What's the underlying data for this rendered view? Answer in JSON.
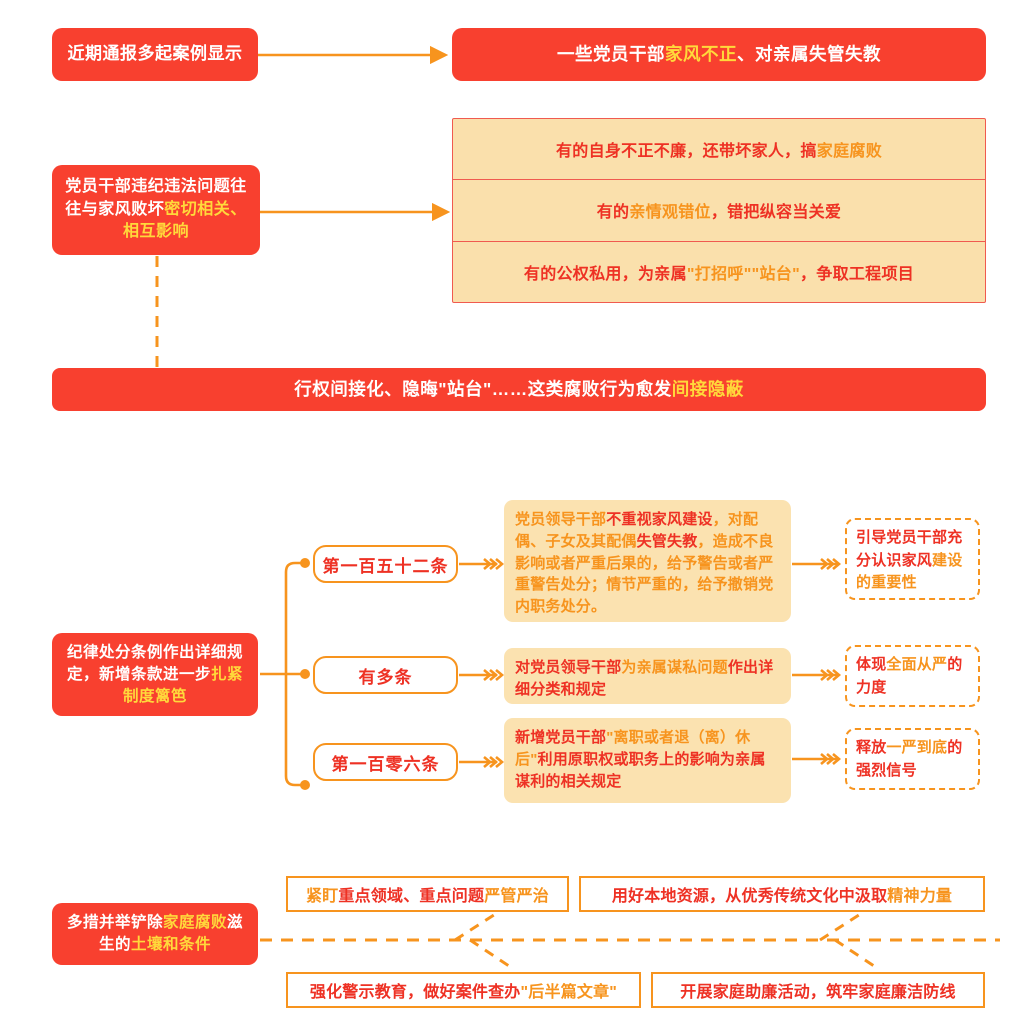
{
  "colors": {
    "red": "#F8402F",
    "orange": "#F7941E",
    "yellow": "#FFD93B",
    "text_red": "#EE3124",
    "card_bg": "#FBE2B0",
    "table_bg": "#FAE0AC",
    "table_border": "#F05A4F"
  },
  "section1": {
    "source": {
      "text": "近期通报多起案例显示"
    },
    "banner": {
      "parts": [
        {
          "t": "一些党员干部",
          "c": "white"
        },
        {
          "t": "家风不正",
          "c": "yellow"
        },
        {
          "t": "、对亲属失管失教",
          "c": "white"
        }
      ]
    }
  },
  "section2": {
    "source": {
      "parts": [
        {
          "t": "党员干部违纪违法问题往往与家风败坏",
          "c": "white"
        },
        {
          "t": "密切相关、相互影响",
          "c": "yellow"
        }
      ]
    },
    "rows": [
      {
        "parts": [
          {
            "t": "有的自身不正不廉，还带坏家人，搞",
            "c": "red"
          },
          {
            "t": "家庭腐败",
            "c": "orange"
          }
        ]
      },
      {
        "parts": [
          {
            "t": "有的",
            "c": "red"
          },
          {
            "t": "亲情观错位",
            "c": "orange"
          },
          {
            "t": "，错把纵容当关爱",
            "c": "red"
          }
        ]
      },
      {
        "parts": [
          {
            "t": "有的公权私用，为亲属",
            "c": "red"
          },
          {
            "t": "\"打招呼\"\"站台\"",
            "c": "orange"
          },
          {
            "t": "，争取工程项目",
            "c": "red"
          }
        ]
      }
    ],
    "banner": {
      "parts": [
        {
          "t": "行权间接化、隐晦\"站台\"……这类腐败行为愈发",
          "c": "white"
        },
        {
          "t": "间接隐蔽",
          "c": "yellow"
        }
      ]
    }
  },
  "section3": {
    "source": {
      "parts": [
        {
          "t": "纪律处分条例作出详细规定，新增条款进一步",
          "c": "white"
        },
        {
          "t": "扎紧制度篱笆",
          "c": "yellow"
        }
      ]
    },
    "items": [
      {
        "label": "第一百五十二条",
        "card": {
          "parts": [
            {
              "t": "党员领导干部",
              "c": "orange"
            },
            {
              "t": "不重视家风建设",
              "c": "red"
            },
            {
              "t": "，对配偶、子女及其配偶",
              "c": "orange"
            },
            {
              "t": "失管失教",
              "c": "red"
            },
            {
              "t": "，造成不良影响或者严重后果的，给予警告或者严重警告处分；情节严重的，给予撤销党内职务处分。",
              "c": "orange"
            }
          ]
        },
        "note": {
          "parts": [
            {
              "t": "引导党员干部充分认识家风",
              "c": "red"
            },
            {
              "t": "建设的重要性",
              "c": "orange"
            }
          ]
        }
      },
      {
        "label": "有多条",
        "card": {
          "parts": [
            {
              "t": "对党员领导干部",
              "c": "red"
            },
            {
              "t": "为亲属谋私问题",
              "c": "orange"
            },
            {
              "t": "作出详细分类和规定",
              "c": "red"
            }
          ]
        },
        "note": {
          "parts": [
            {
              "t": "体现",
              "c": "red"
            },
            {
              "t": "全面从严",
              "c": "orange"
            },
            {
              "t": "的力度",
              "c": "red"
            }
          ]
        }
      },
      {
        "label": "第一百零六条",
        "card": {
          "parts": [
            {
              "t": "新增党员干部",
              "c": "red"
            },
            {
              "t": "\"离职或者退（离）休后\"",
              "c": "orange"
            },
            {
              "t": "利用原职权或职务上的影响为亲属谋利的相关规定",
              "c": "red"
            }
          ]
        },
        "note": {
          "parts": [
            {
              "t": "释放",
              "c": "red"
            },
            {
              "t": "一严到底",
              "c": "orange"
            },
            {
              "t": "的强烈信号",
              "c": "red"
            }
          ]
        }
      }
    ]
  },
  "section4": {
    "source": {
      "parts": [
        {
          "t": "多措并举铲除",
          "c": "white"
        },
        {
          "t": "家庭腐败",
          "c": "yellow"
        },
        {
          "t": "滋生的",
          "c": "white"
        },
        {
          "t": "土壤和条件",
          "c": "yellow"
        }
      ]
    },
    "measures": [
      {
        "parts": [
          {
            "t": "紧盯",
            "c": "orange"
          },
          {
            "t": "重点领域、重点问题",
            "c": "red"
          },
          {
            "t": "严管严治",
            "c": "orange"
          }
        ]
      },
      {
        "parts": [
          {
            "t": "用好本地资源，从优秀传统文化中汲取",
            "c": "red"
          },
          {
            "t": "精神力量",
            "c": "orange"
          }
        ]
      },
      {
        "parts": [
          {
            "t": "强化警示教育，做好案件查办",
            "c": "red"
          },
          {
            "t": "\"后半篇文章\"",
            "c": "orange"
          }
        ]
      },
      {
        "parts": [
          {
            "t": "开展家庭助廉活动，筑牢家庭廉洁防线",
            "c": "red"
          }
        ]
      }
    ]
  }
}
